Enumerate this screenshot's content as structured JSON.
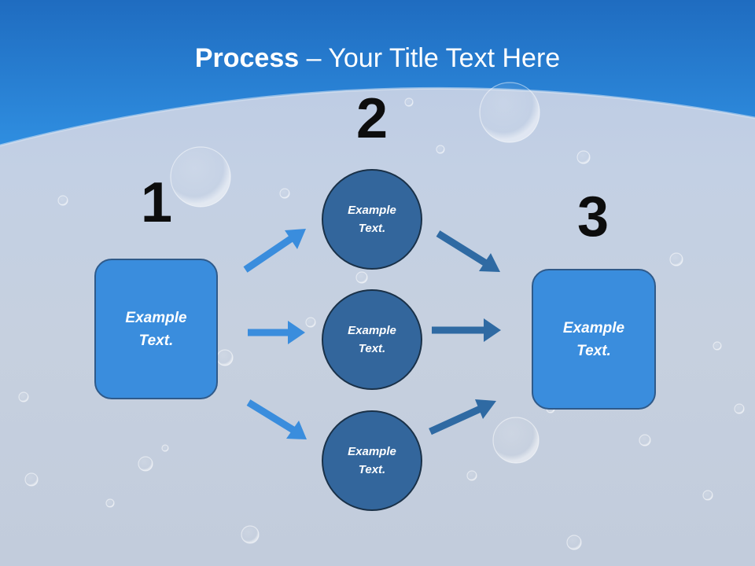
{
  "title": {
    "bold": "Process",
    "rest": " – Your Title Text Here"
  },
  "steps": {
    "one": {
      "number": "1",
      "box_text": "Example Text."
    },
    "two": {
      "number": "2",
      "circles": [
        "Example Text.",
        "Example Text.",
        "Example Text."
      ]
    },
    "three": {
      "number": "3",
      "box_text": "Example Text."
    }
  },
  "colors": {
    "header_blue": "#2a80d6",
    "box_fill": "#3a8ddd",
    "circle_fill": "#33669c",
    "arrow_light": "#3a8ddd",
    "arrow_dark": "#2f6aa3"
  }
}
